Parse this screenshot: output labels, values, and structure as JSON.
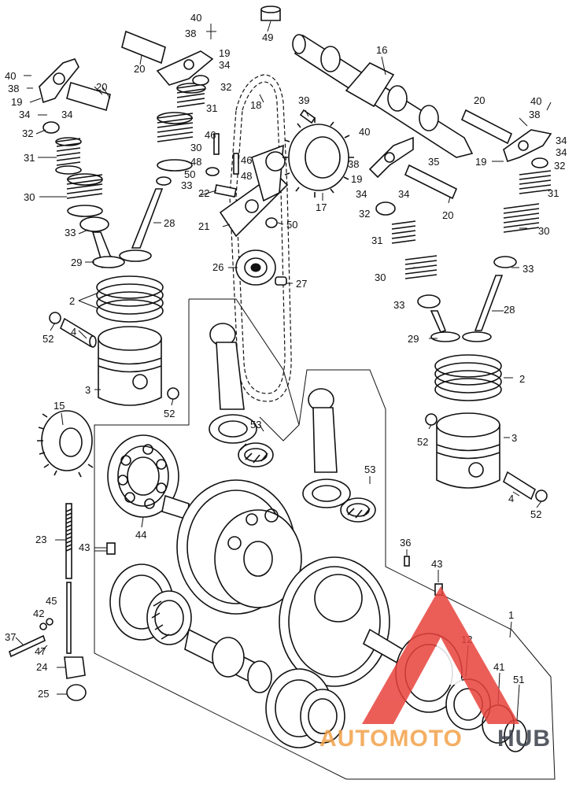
{
  "diagram": {
    "callouts": [
      {
        "id": "c40a",
        "text": "40"
      },
      {
        "id": "c38a",
        "text": "38"
      },
      {
        "id": "c19a",
        "text": "19"
      },
      {
        "id": "c34a",
        "text": "34"
      },
      {
        "id": "c34b",
        "text": "34"
      },
      {
        "id": "c32a",
        "text": "32"
      },
      {
        "id": "c31a",
        "text": "31"
      },
      {
        "id": "c30a",
        "text": "30"
      },
      {
        "id": "c33a",
        "text": "33"
      },
      {
        "id": "c29a",
        "text": "29"
      },
      {
        "id": "c28a",
        "text": "28"
      },
      {
        "id": "c20a",
        "text": "20"
      },
      {
        "id": "c2a",
        "text": "2"
      },
      {
        "id": "c52a",
        "text": "52"
      },
      {
        "id": "c4a",
        "text": "4"
      },
      {
        "id": "c3a",
        "text": "3"
      },
      {
        "id": "c52b",
        "text": "52"
      },
      {
        "id": "c15",
        "text": "15"
      },
      {
        "id": "c40b",
        "text": "40"
      },
      {
        "id": "c38b",
        "text": "38"
      },
      {
        "id": "c19b",
        "text": "19"
      },
      {
        "id": "c34c",
        "text": "34"
      },
      {
        "id": "c32b",
        "text": "32"
      },
      {
        "id": "c20b",
        "text": "20"
      },
      {
        "id": "c31b",
        "text": "31"
      },
      {
        "id": "c30b",
        "text": "30"
      },
      {
        "id": "c46a",
        "text": "46"
      },
      {
        "id": "c48a",
        "text": "48"
      },
      {
        "id": "c50a",
        "text": "50"
      },
      {
        "id": "c33b",
        "text": "33"
      },
      {
        "id": "c22",
        "text": "22"
      },
      {
        "id": "c46b",
        "text": "46"
      },
      {
        "id": "c48b",
        "text": "48"
      },
      {
        "id": "c18",
        "text": "18"
      },
      {
        "id": "c49",
        "text": "49"
      },
      {
        "id": "c39",
        "text": "39"
      },
      {
        "id": "c16",
        "text": "16"
      },
      {
        "id": "c17",
        "text": "17"
      },
      {
        "id": "c21",
        "text": "21"
      },
      {
        "id": "c50b",
        "text": "50"
      },
      {
        "id": "c26",
        "text": "26"
      },
      {
        "id": "c27",
        "text": "27"
      },
      {
        "id": "c53a",
        "text": "53"
      },
      {
        "id": "c20c",
        "text": "20"
      },
      {
        "id": "c40c",
        "text": "40"
      },
      {
        "id": "c38c",
        "text": "38"
      },
      {
        "id": "c34d",
        "text": "34"
      },
      {
        "id": "c34e",
        "text": "34"
      },
      {
        "id": "c19c",
        "text": "19"
      },
      {
        "id": "c32c",
        "text": "32"
      },
      {
        "id": "c35",
        "text": "35"
      },
      {
        "id": "c40d",
        "text": "40"
      },
      {
        "id": "c38d",
        "text": "38"
      },
      {
        "id": "c19d",
        "text": "19"
      },
      {
        "id": "c34f",
        "text": "34"
      },
      {
        "id": "c34g",
        "text": "34"
      },
      {
        "id": "c32d",
        "text": "32"
      },
      {
        "id": "c20d",
        "text": "20"
      },
      {
        "id": "c31c",
        "text": "31"
      },
      {
        "id": "c30c",
        "text": "30"
      },
      {
        "id": "c33c",
        "text": "33"
      },
      {
        "id": "c31d",
        "text": "31"
      },
      {
        "id": "c30d",
        "text": "30"
      },
      {
        "id": "c33d",
        "text": "33"
      },
      {
        "id": "c28b",
        "text": "28"
      },
      {
        "id": "c29b",
        "text": "29"
      },
      {
        "id": "c2b",
        "text": "2"
      },
      {
        "id": "c52c",
        "text": "52"
      },
      {
        "id": "c3b",
        "text": "3"
      },
      {
        "id": "c4b",
        "text": "4"
      },
      {
        "id": "c52d",
        "text": "52"
      },
      {
        "id": "c53b",
        "text": "53"
      },
      {
        "id": "c44",
        "text": "44"
      },
      {
        "id": "c23",
        "text": "23"
      },
      {
        "id": "c43a",
        "text": "43"
      },
      {
        "id": "c45",
        "text": "45"
      },
      {
        "id": "c42",
        "text": "42"
      },
      {
        "id": "c37",
        "text": "37"
      },
      {
        "id": "c47",
        "text": "47"
      },
      {
        "id": "c24",
        "text": "24"
      },
      {
        "id": "c25",
        "text": "25"
      },
      {
        "id": "c36",
        "text": "36"
      },
      {
        "id": "c43b",
        "text": "43"
      },
      {
        "id": "c1",
        "text": "1"
      },
      {
        "id": "c12",
        "text": "12"
      },
      {
        "id": "c41",
        "text": "41"
      },
      {
        "id": "c51",
        "text": "51"
      }
    ]
  },
  "watermark": {
    "part1": "AUTOMOTO",
    "part2": "HUB",
    "color_primary": "#e8423c",
    "color_secondary": "#f3a24a",
    "color_hub": "#3a3f4a"
  }
}
